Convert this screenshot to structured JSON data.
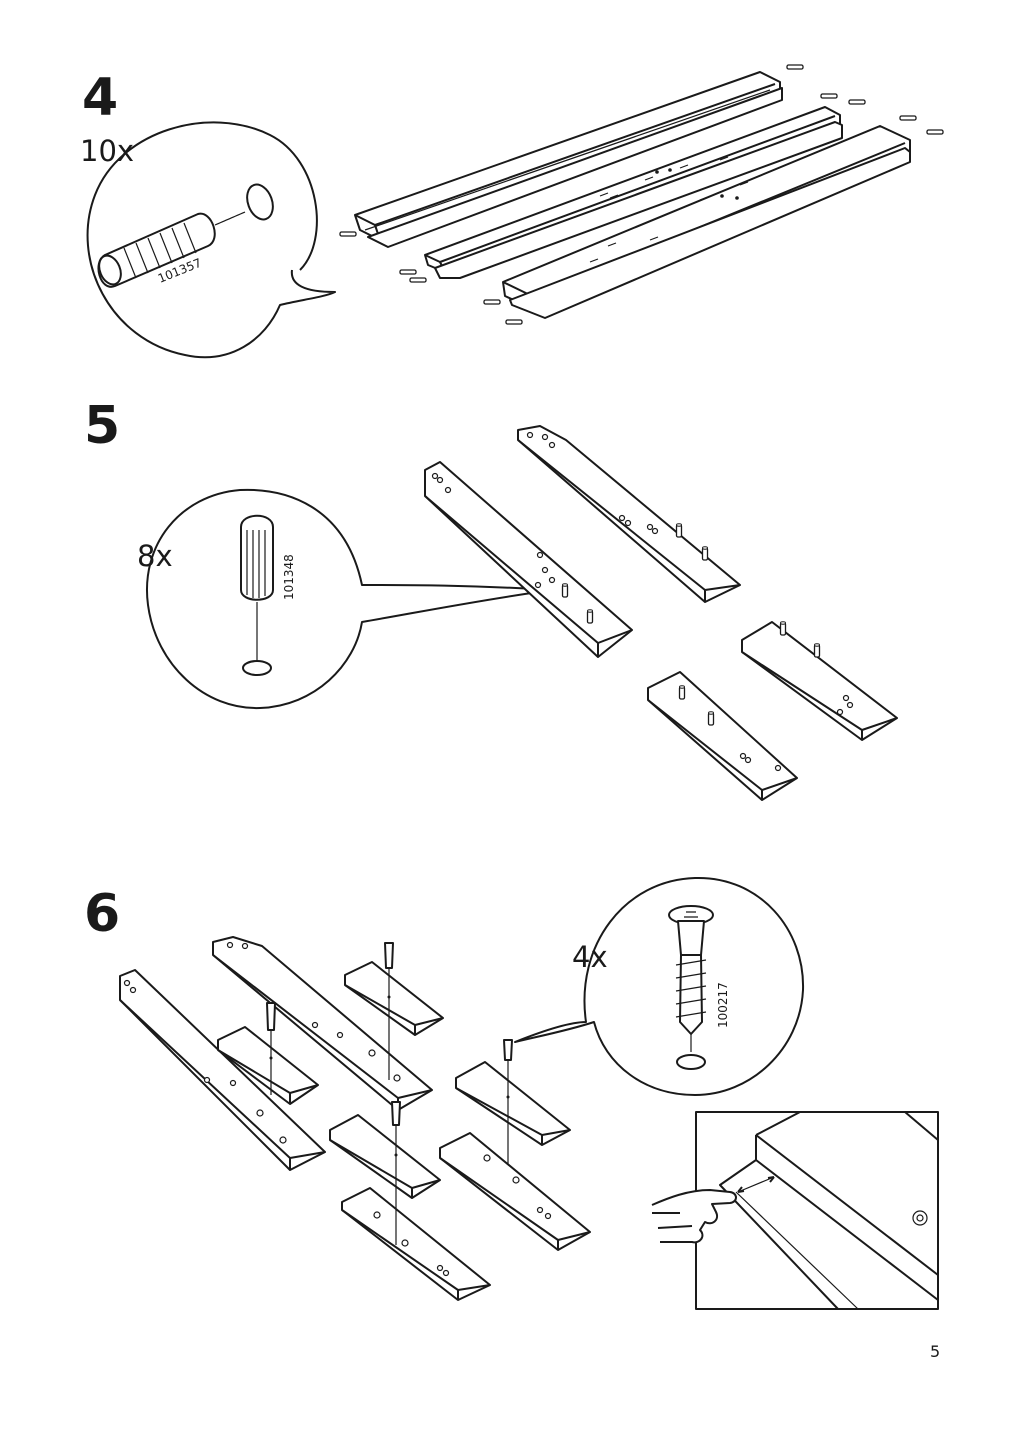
{
  "steps": [
    {
      "number": "4",
      "quantity": "10x",
      "part_number": "101357"
    },
    {
      "number": "5",
      "quantity": "8x",
      "part_number": "101348"
    },
    {
      "number": "6",
      "quantity": "4x",
      "part_number": "100217"
    }
  ],
  "page_number": "5",
  "icons": {
    "step4": [
      "dowel-icon",
      "rail-icon"
    ],
    "step5": [
      "dowel-icon",
      "leg-board-icon"
    ],
    "step6": [
      "screw-icon",
      "hand-pointing-icon",
      "detail-inset-icon"
    ]
  }
}
